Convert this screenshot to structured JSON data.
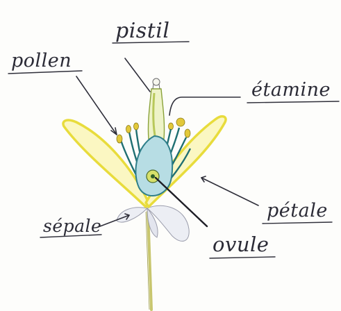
{
  "diagram": {
    "labels": {
      "pistil": "pistil",
      "etamine": "étamine",
      "pollen": "pollen",
      "petale": "pétale",
      "sepale": "sépale",
      "ovule": "ovule"
    },
    "colors": {
      "petal_fill": "#fbf7c2",
      "petal_outline": "#e8dc3c",
      "ovary_fill": "#b7dde4",
      "ovary_outline": "#2f7f8a",
      "ovule_fill": "#d6e06a",
      "stamen_filament": "#1f6f72",
      "anther": "#e2c83a",
      "pistil_fill": "#eef3c8",
      "stem": "#c8c66e",
      "sepal": "#e7e8f0",
      "ink": "#2f2f3a"
    }
  }
}
